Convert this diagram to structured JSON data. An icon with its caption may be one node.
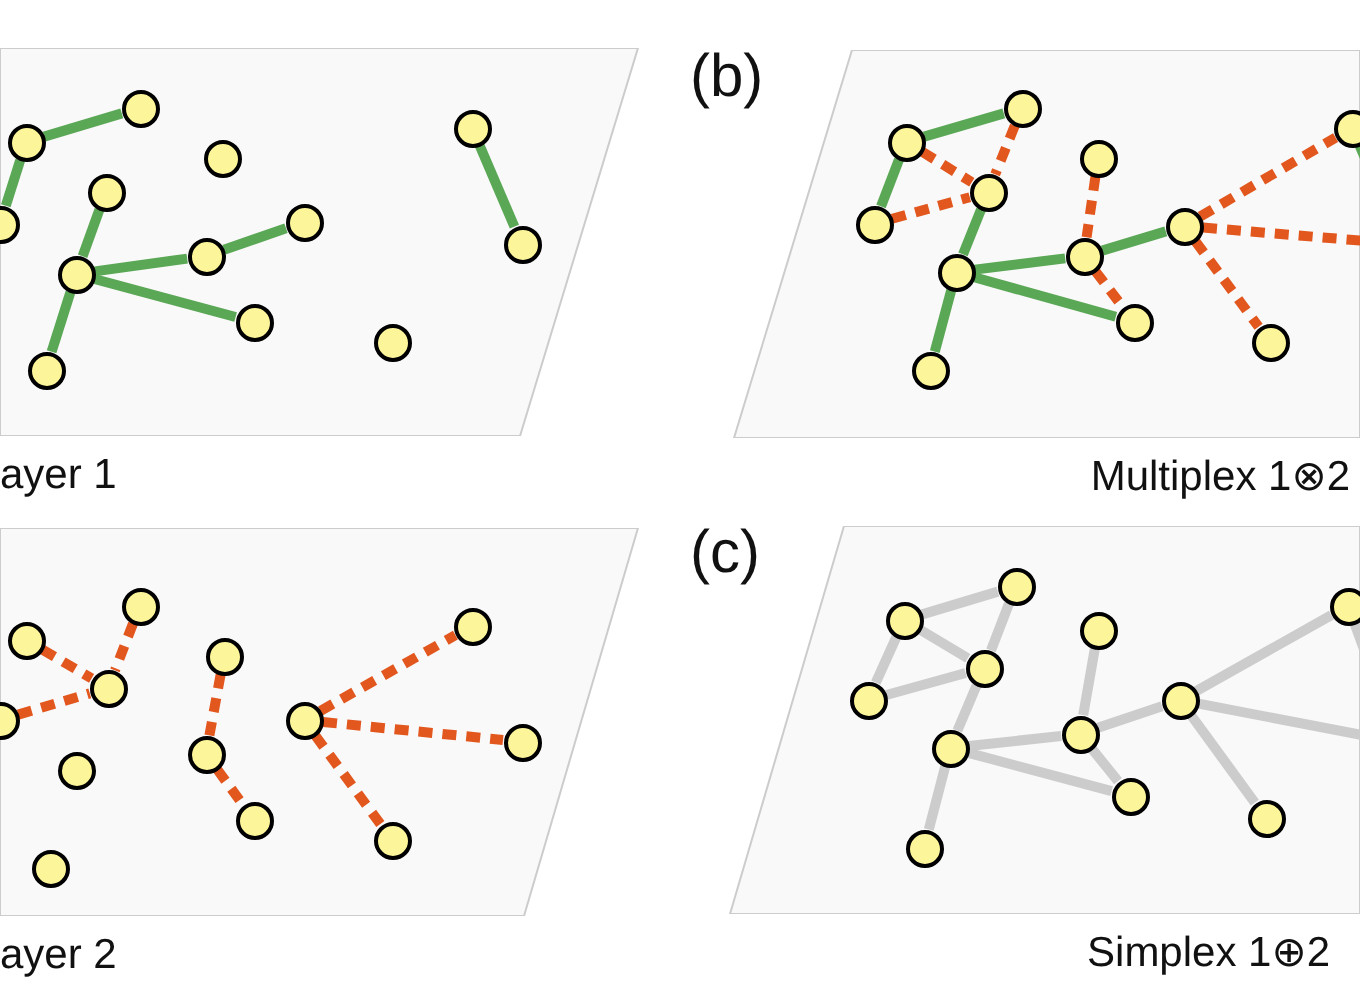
{
  "diagram": {
    "nodes": [
      {
        "text": [
          "ayer 1"
        ]
      },
      {
        "text": [],
        "shape": "circle",
        "in": 0
      },
      {
        "text": [],
        "shape": "circle",
        "in": 0
      },
      {
        "text": [],
        "shape": "circle",
        "in": 0
      },
      {
        "text": [],
        "shape": "circle",
        "in": 0
      },
      {
        "text": [],
        "shape": "circle",
        "in": 0
      },
      {
        "text": [],
        "shape": "circle",
        "in": 0
      },
      {
        "text": [],
        "shape": "circle",
        "in": 0
      },
      {
        "text": [],
        "shape": "circle",
        "in": 0
      },
      {
        "text": [],
        "shape": "circle",
        "in": 0
      },
      {
        "text": [],
        "shape": "circle",
        "in": 0
      },
      {
        "text": [],
        "shape": "circle",
        "in": 0
      },
      {
        "text": [],
        "shape": "circle",
        "in": 0
      },
      {
        "text": [],
        "shape": "circle",
        "in": 0
      },
      {
        "text": [
          "Multiplex 1⊗2"
        ]
      },
      {
        "text": [],
        "shape": "circle",
        "in": 14
      },
      {
        "text": [],
        "shape": "circle",
        "in": 14
      },
      {
        "text": [],
        "shape": "circle",
        "in": 14
      },
      {
        "text": [],
        "shape": "circle",
        "in": 14
      },
      {
        "text": [],
        "shape": "circle",
        "in": 14
      },
      {
        "text": [],
        "shape": "circle",
        "in": 14
      },
      {
        "text": [],
        "shape": "circle",
        "in": 14
      },
      {
        "text": [],
        "shape": "circle",
        "in": 14
      },
      {
        "text": [],
        "shape": "circle",
        "in": 14
      },
      {
        "text": [],
        "shape": "circle",
        "in": 14
      },
      {
        "text": [],
        "shape": "circle",
        "in": 14
      },
      {
        "text": [],
        "shape": "circle",
        "in": 14
      },
      {
        "text": [
          "ayer 2"
        ]
      },
      {
        "text": [],
        "shape": "circle",
        "in": 27
      },
      {
        "text": [],
        "shape": "circle",
        "in": 27
      },
      {
        "text": [],
        "shape": "circle",
        "in": 27
      },
      {
        "text": [],
        "shape": "circle",
        "in": 27
      },
      {
        "text": [],
        "shape": "circle",
        "in": 27
      },
      {
        "text": [],
        "shape": "circle",
        "in": 27
      },
      {
        "text": [],
        "shape": "circle",
        "in": 27
      },
      {
        "text": [],
        "shape": "circle",
        "in": 27
      },
      {
        "text": [],
        "shape": "circle",
        "in": 27
      },
      {
        "text": [],
        "shape": "circle",
        "in": 27
      },
      {
        "text": [],
        "shape": "circle",
        "in": 27
      },
      {
        "text": [],
        "shape": "circle",
        "in": 27
      },
      {
        "text": [],
        "shape": "circle",
        "in": 27
      },
      {
        "text": [
          "Simplex 1⊕2"
        ]
      },
      {
        "text": [],
        "shape": "circle",
        "in": 41
      },
      {
        "text": [],
        "shape": "circle",
        "in": 41
      },
      {
        "text": [],
        "shape": "circle",
        "in": 41
      },
      {
        "text": [],
        "shape": "circle",
        "in": 41
      },
      {
        "text": [],
        "shape": "circle",
        "in": 41
      },
      {
        "text": [],
        "shape": "circle",
        "in": 41
      },
      {
        "text": [],
        "shape": "circle",
        "in": 41
      },
      {
        "text": [],
        "shape": "circle",
        "in": 41
      },
      {
        "text": [],
        "shape": "circle",
        "in": 41
      },
      {
        "text": [],
        "shape": "circle",
        "in": 41
      },
      {
        "text": [],
        "shape": "circle",
        "in": 41
      },
      {
        "text": [],
        "shape": "circle",
        "in": 41
      }
    ],
    "edges": [
      {
        "from": 1,
        "to": 2,
        "arrow": "none"
      },
      {
        "from": 2,
        "to": 3,
        "arrow": "none"
      },
      {
        "from": 5,
        "to": 6,
        "arrow": "none"
      },
      {
        "from": 6,
        "to": 10,
        "arrow": "none"
      },
      {
        "from": 6,
        "to": 7,
        "arrow": "none"
      },
      {
        "from": 7,
        "to": 8,
        "arrow": "none"
      },
      {
        "from": 6,
        "to": 9,
        "arrow": "none"
      },
      {
        "from": 12,
        "to": 13,
        "arrow": "none"
      },
      {
        "from": 15,
        "to": 16,
        "arrow": "none"
      },
      {
        "from": 15,
        "to": 17,
        "arrow": "none"
      },
      {
        "from": 18,
        "to": 19,
        "arrow": "none"
      },
      {
        "from": 19,
        "to": 24,
        "arrow": "none"
      },
      {
        "from": 19,
        "to": 21,
        "arrow": "none"
      },
      {
        "from": 21,
        "to": 22,
        "arrow": "none"
      },
      {
        "from": 19,
        "to": 23,
        "arrow": "none"
      },
      {
        "from": 26,
        "to": null,
        "arrow": "none"
      },
      {
        "from": 15,
        "to": 18,
        "arrow": "none",
        "style": "dashed",
        "color": "#e2571e"
      },
      {
        "from": 16,
        "to": 18,
        "arrow": "none",
        "style": "dashed",
        "color": "#e2571e"
      },
      {
        "from": 17,
        "to": 18,
        "arrow": "none",
        "style": "dashed",
        "color": "#e2571e"
      },
      {
        "from": 20,
        "to": 21,
        "arrow": "none",
        "style": "dashed",
        "color": "#e2571e"
      },
      {
        "from": 21,
        "to": 23,
        "arrow": "none",
        "style": "dashed",
        "color": "#e2571e"
      },
      {
        "from": 22,
        "to": 26,
        "arrow": "none",
        "style": "dashed",
        "color": "#e2571e"
      },
      {
        "from": 22,
        "to": null,
        "arrow": "none",
        "style": "dashed",
        "color": "#e2571e"
      },
      {
        "from": 22,
        "to": 25,
        "arrow": "none",
        "style": "dashed",
        "color": "#e2571e"
      },
      {
        "from": 29,
        "to": 31,
        "arrow": "none",
        "style": "dashed",
        "color": "#e2571e"
      },
      {
        "from": 30,
        "to": 31,
        "arrow": "none",
        "style": "dashed",
        "color": "#e2571e"
      },
      {
        "from": 28,
        "to": 31,
        "arrow": "none",
        "style": "dashed",
        "color": "#e2571e"
      },
      {
        "from": 33,
        "to": 34,
        "arrow": "none",
        "style": "dashed",
        "color": "#e2571e"
      },
      {
        "from": 34,
        "to": 35,
        "arrow": "none",
        "style": "dashed",
        "color": "#e2571e"
      },
      {
        "from": 38,
        "to": 39,
        "arrow": "none",
        "style": "dashed",
        "color": "#e2571e"
      },
      {
        "from": 38,
        "to": 40,
        "arrow": "none",
        "style": "dashed",
        "color": "#e2571e"
      },
      {
        "from": 38,
        "to": 36,
        "arrow": "none",
        "style": "dashed",
        "color": "#e2571e"
      },
      {
        "from": 42,
        "to": 43,
        "arrow": "none",
        "color": "#cccccc"
      },
      {
        "from": 42,
        "to": 45,
        "arrow": "none",
        "color": "#cccccc"
      },
      {
        "from": 42,
        "to": 44,
        "arrow": "none",
        "color": "#cccccc"
      },
      {
        "from": 44,
        "to": 45,
        "arrow": "none",
        "color": "#cccccc"
      },
      {
        "from": 43,
        "to": 45,
        "arrow": "none",
        "color": "#cccccc"
      },
      {
        "from": 45,
        "to": 46,
        "arrow": "none",
        "color": "#cccccc"
      },
      {
        "from": 46,
        "to": 51,
        "arrow": "none",
        "color": "#cccccc"
      },
      {
        "from": 46,
        "to": 48,
        "arrow": "none",
        "color": "#cccccc"
      },
      {
        "from": 48,
        "to": 49,
        "arrow": "none",
        "color": "#cccccc"
      },
      {
        "from": 46,
        "to": 50,
        "arrow": "none",
        "color": "#cccccc"
      },
      {
        "from": 48,
        "to": 50,
        "arrow": "none",
        "color": "#cccccc"
      },
      {
        "from": 47,
        "to": 48,
        "arrow": "none",
        "color": "#cccccc"
      },
      {
        "from": 49,
        "to": 53,
        "arrow": "none",
        "color": "#cccccc"
      },
      {
        "from": 49,
        "to": null,
        "arrow": "none",
        "color": "#cccccc"
      },
      {
        "from": 49,
        "to": 52,
        "arrow": "none",
        "color": "#cccccc"
      },
      {
        "from": 53,
        "to": null,
        "arrow": "none",
        "color": "#cccccc"
      }
    ],
    "labels": [
      "(b)",
      "(c)"
    ]
  }
}
